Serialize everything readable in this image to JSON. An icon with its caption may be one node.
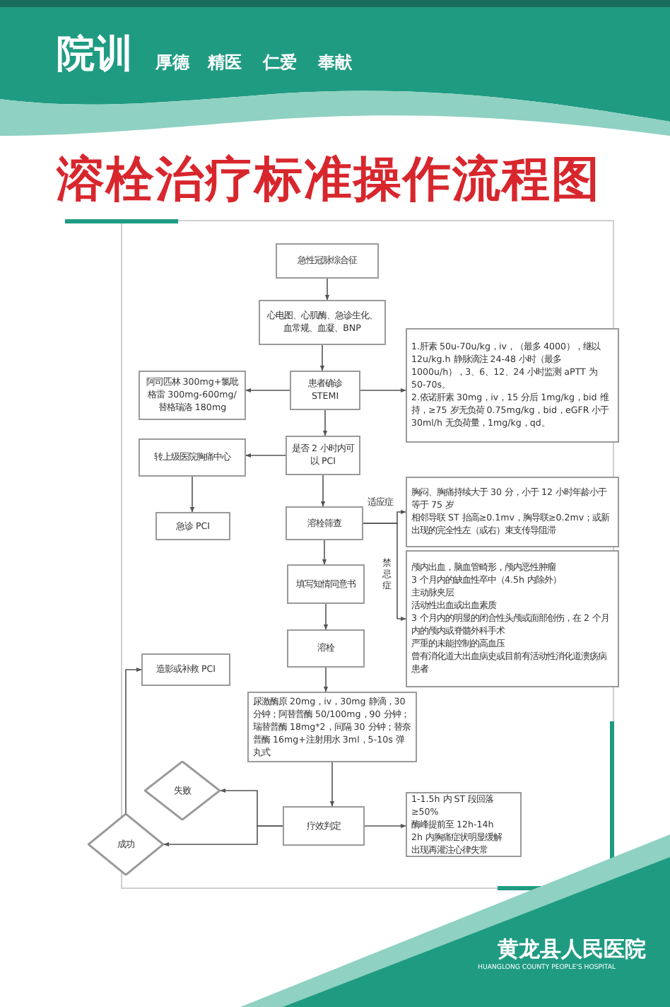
{
  "diagram": {
    "title": "溶栓治疗标准操作流程图",
    "nodes": [
      {
        "text": [
          "急性冠脉综合征"
        ]
      },
      {
        "text": [
          "心电图、心肌酶、急诊生化、血常规、血凝、BNP"
        ]
      },
      {
        "text": [
          "患者确诊 STEMI"
        ]
      },
      {
        "text": [
          "阿司匹林 300mg+氯吡格雷 300mg-600mg/替格瑞洛 180mg"
        ]
      },
      {
        "text": [
          "1.肝素 50u-70u/kg，iv，（最多 4000），继以 12u/kg.h 静脉滴注 24-48 小时（最多 1000u/h），3、6、12、24 小时监测 aPTT 为 50-70s。",
          "2.依诺肝素 30mg，iv，15 分后 1mg/kg，bid 维持，≥75 岁无负荷 0.75mg/kg，bid，eGFR 小于 30ml/h 无负荷量，1mg/kg，qd。"
        ]
      },
      {
        "text": [
          "是否 2 小时内可以 PCI"
        ]
      },
      {
        "text": [
          "转上级医院胸痛中心"
        ]
      },
      {
        "text": [
          "急诊 PCI"
        ]
      },
      {
        "text": [
          "溶栓筛查"
        ]
      },
      {
        "text": [
          "胸闷、胸痛持续大于 30 分，小于 12 小时年龄小于等于 75 岁",
          "相邻导联 ST 抬高≥0.1mv，胸导联≥0.2mv；或新出现的完全性左（或右）束支传导阻滞"
        ]
      },
      {
        "text": [
          "颅内出血，脑血管畸形，颅内恶性肿瘤",
          "3 个月内的缺血性卒中（4.5h 内除外）",
          "主动脉夹层",
          "活动性出血或出血素质",
          "3 个月内的明显的闭合性头颅或面部创伤，在 2 个月内的颅内或脊髓外科手术",
          "严重的未能控制的高血压",
          "曾有消化道大出血病史或目前有活动性消化道溃疡病患者"
        ]
      },
      {
        "text": [
          "填写知情同意书"
        ]
      },
      {
        "text": [
          "溶栓"
        ]
      },
      {
        "text": [
          "尿激酶原 20mg，iv，30mg 静滴，30 分钟；阿替普酶 50/100mg，90 分钟；瑞替普酶 18mg*2，间隔 30 分钟；替奈普酶 16mg+注射用水 3ml，5-10s 弹丸式"
        ]
      },
      {
        "text": [
          "造影或补救 PCI"
        ]
      },
      {
        "text": [
          "失败"
        ]
      },
      {
        "text": [
          "成功"
        ]
      },
      {
        "text": [
          "疗效判定"
        ]
      },
      {
        "text": [
          "1-1.5h 内 ST 段回落≥50%",
          "酶峰提前至 12h-14h",
          "2h 内胸痛症状明显缓解",
          "出现再灌注心律失常"
        ]
      }
    ],
    "edges": [
      {
        "from": 0,
        "to": 1,
        "arrow": "to"
      },
      {
        "from": 1,
        "to": 2,
        "arrow": "to"
      },
      {
        "from": 2,
        "to": 3,
        "arrow": "to"
      },
      {
        "from": 2,
        "to": 4,
        "arrow": "to"
      },
      {
        "from": 2,
        "to": 5,
        "arrow": "to"
      },
      {
        "from": 5,
        "to": 6,
        "arrow": "to"
      },
      {
        "from": 6,
        "to": 7,
        "arrow": "to"
      },
      {
        "from": 5,
        "to": 8,
        "arrow": "to"
      },
      {
        "from": 8,
        "to": 9,
        "arrow": "to",
        "label": "适应症"
      },
      {
        "from": 8,
        "to": 10,
        "arrow": "to",
        "label": "禁忌症"
      },
      {
        "from": 8,
        "to": 11,
        "arrow": "to"
      },
      {
        "from": 11,
        "to": 12,
        "arrow": "to"
      },
      {
        "from": 12,
        "to": 13,
        "arrow": "to"
      },
      {
        "from": 13,
        "to": 17,
        "arrow": "to"
      },
      {
        "from": 17,
        "to": 15,
        "arrow": "to"
      },
      {
        "from": 17,
        "to": 16,
        "arrow": "to"
      },
      {
        "from": 16,
        "to": 14,
        "arrow": "to"
      },
      {
        "from": 17,
        "to": 18,
        "arrow": "to"
      }
    ],
    "labels": [
      "院训",
      "厚德",
      "精医",
      "仁爱",
      "奉献",
      "黄龙县人民医院",
      "HUANGLONG COUNTY PEOPLE'S HOSPITAL"
    ]
  }
}
